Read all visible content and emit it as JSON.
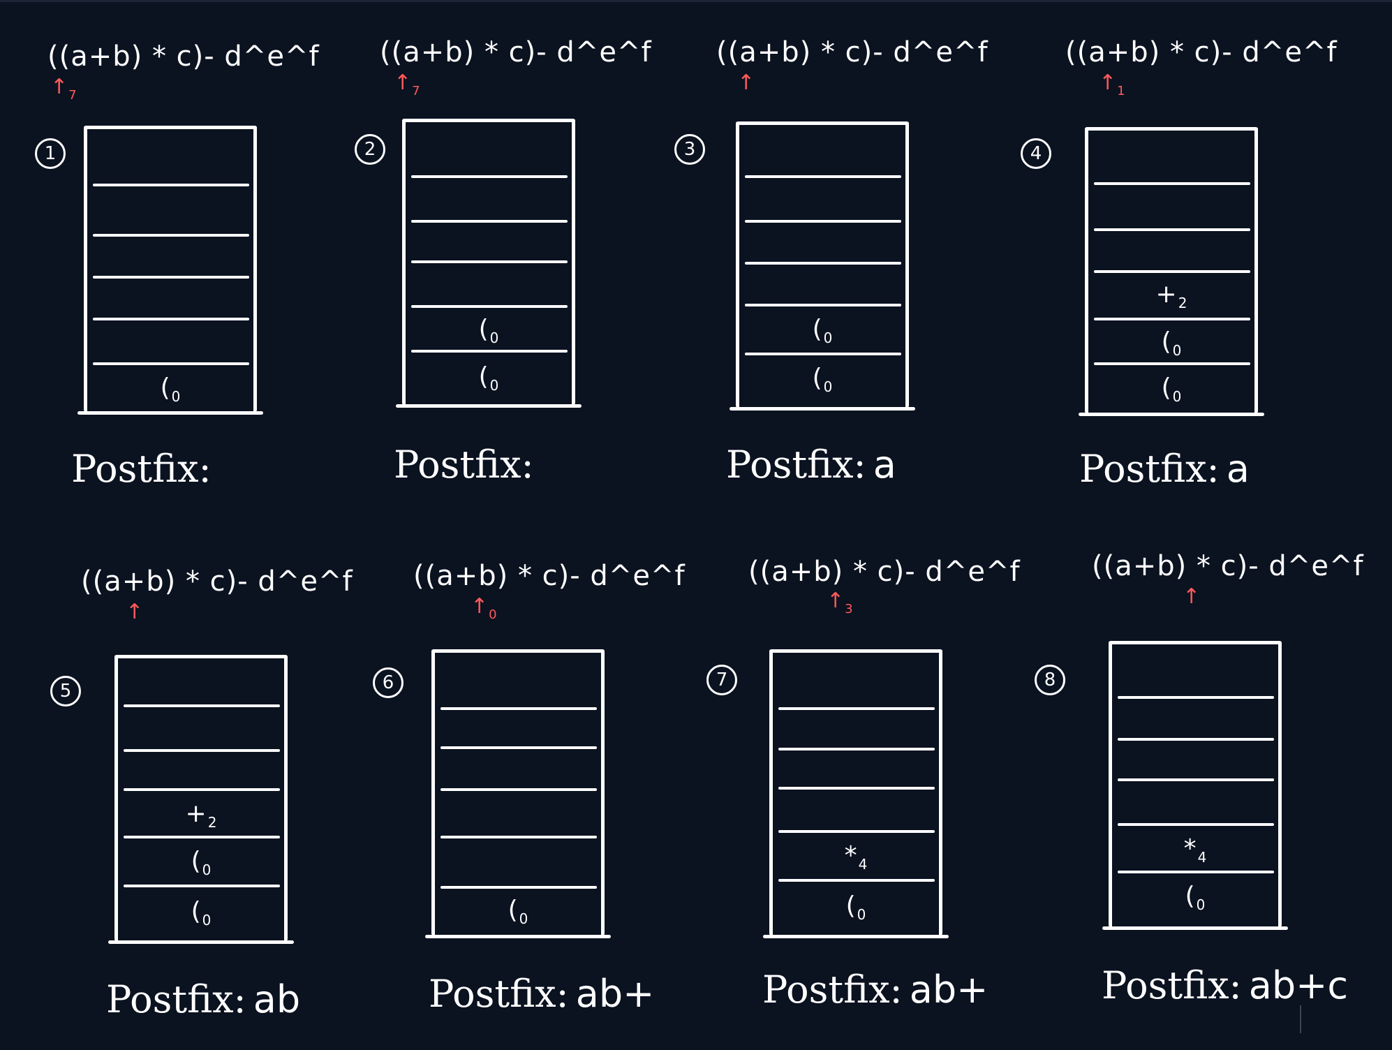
{
  "expression": "((a+b) * c)- d^e^f",
  "panels": [
    {
      "step": "1",
      "pointer": {
        "glyph": "↑",
        "sub": "7"
      },
      "stack": [
        {
          "op": "(",
          "prec": "0"
        }
      ],
      "postfix_label": "Postfix:",
      "postfix": ""
    },
    {
      "step": "2",
      "pointer": {
        "glyph": "↑",
        "sub": "7"
      },
      "stack": [
        {
          "op": "(",
          "prec": "0"
        },
        {
          "op": "(",
          "prec": "0"
        }
      ],
      "postfix_label": "Postfix:",
      "postfix": ""
    },
    {
      "step": "3",
      "pointer": {
        "glyph": "↑",
        "sub": ""
      },
      "stack": [
        {
          "op": "(",
          "prec": "0"
        },
        {
          "op": "(",
          "prec": "0"
        }
      ],
      "postfix_label": "Postfix:",
      "postfix": "a"
    },
    {
      "step": "4",
      "pointer": {
        "glyph": "↑",
        "sub": "1"
      },
      "stack": [
        {
          "op": "(",
          "prec": "0"
        },
        {
          "op": "(",
          "prec": "0"
        },
        {
          "op": "+",
          "prec": "2"
        }
      ],
      "postfix_label": "Postfix:",
      "postfix": "a"
    },
    {
      "step": "5",
      "pointer": {
        "glyph": "↑",
        "sub": ""
      },
      "stack": [
        {
          "op": "(",
          "prec": "0"
        },
        {
          "op": "(",
          "prec": "0"
        },
        {
          "op": "+",
          "prec": "2"
        }
      ],
      "postfix_label": "Postfix:",
      "postfix": "ab"
    },
    {
      "step": "6",
      "pointer": {
        "glyph": "↑",
        "sub": "0"
      },
      "stack": [
        {
          "op": "(",
          "prec": "0"
        }
      ],
      "postfix_label": "Postfix:",
      "postfix": "ab+"
    },
    {
      "step": "7",
      "pointer": {
        "glyph": "↑",
        "sub": "3"
      },
      "stack": [
        {
          "op": "(",
          "prec": "0"
        },
        {
          "op": "*",
          "prec": "4"
        }
      ],
      "postfix_label": "Postfix:",
      "postfix": "ab+"
    },
    {
      "step": "8",
      "pointer": {
        "glyph": "↑",
        "sub": ""
      },
      "stack": [
        {
          "op": "(",
          "prec": "0"
        },
        {
          "op": "*",
          "prec": "4"
        }
      ],
      "postfix_label": "Postfix:",
      "postfix": "ab+c"
    }
  ],
  "colors": {
    "background": "#0b1220",
    "ink": "#ffffff",
    "pointer": "#ff5a5a"
  }
}
